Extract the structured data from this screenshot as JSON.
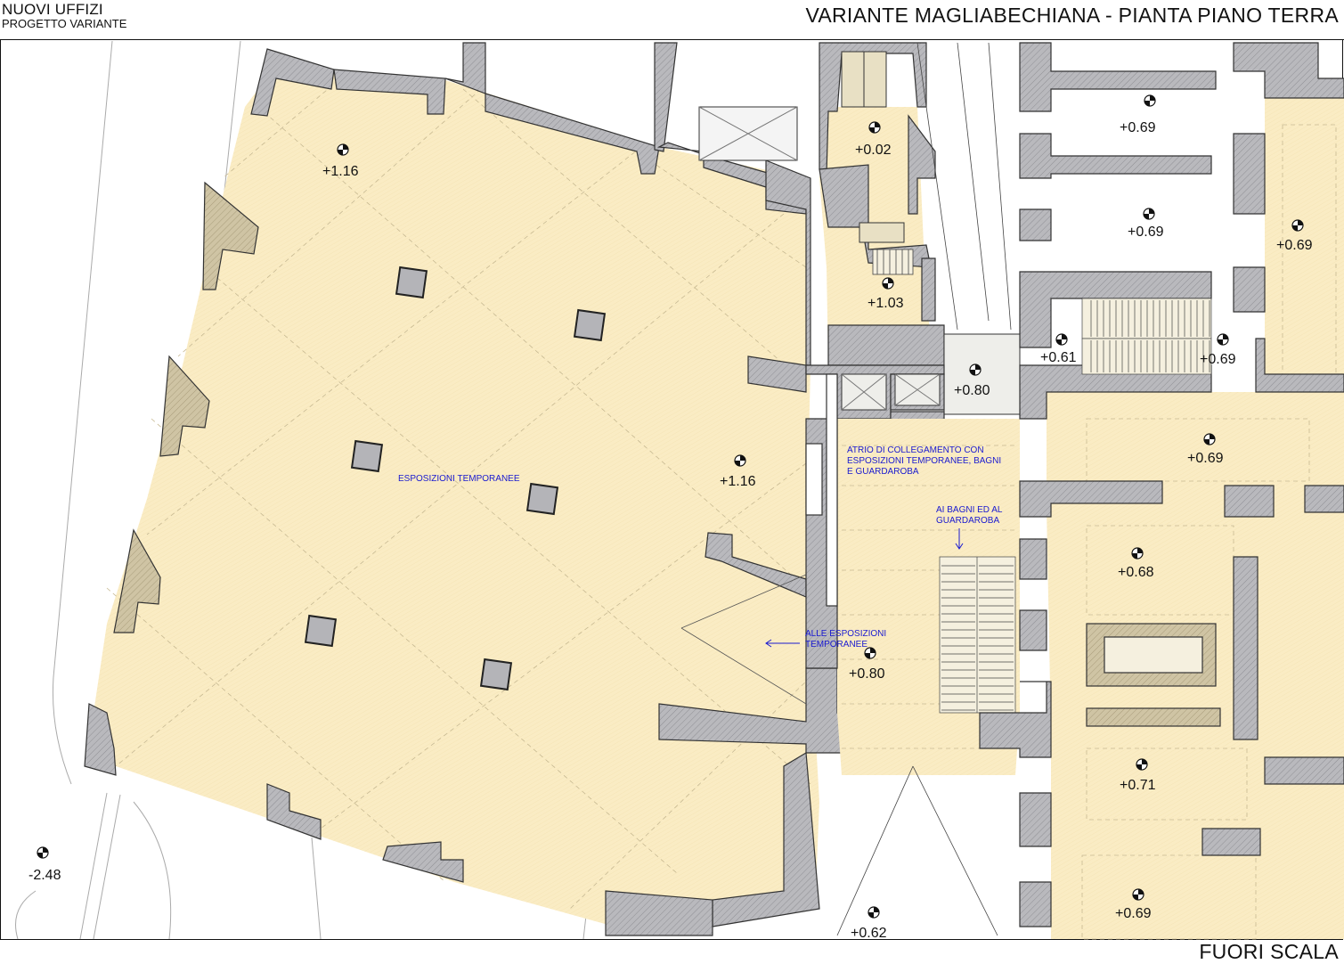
{
  "header": {
    "project_title": "NUOVI UFFIZI",
    "project_subtitle": "PROGETTO VARIANTE",
    "sheet_title": "VARIANTE MAGLIABECHIANA - PIANTA PIANO TERRA"
  },
  "footer": {
    "scale_label": "FUORI SCALA"
  },
  "colors": {
    "floor_fill": "#faecc4",
    "wall_fill": "#b9b9bd",
    "wall_stroke": "#333333",
    "column_fill": "#b4b4b8",
    "hall_fill": "#eeeeea",
    "annotation_blue": "#1a1ad0"
  },
  "elevations": {
    "main_hall_north": "+1.16",
    "main_hall_east": "+1.16",
    "toilets_upper": "+0.02",
    "service_stair": "+1.03",
    "entrance_hall": "+0.80",
    "atrium": "+0.80",
    "room_ne_top": "+0.69",
    "room_ne_mid": "+0.69",
    "room_e_far": "+0.69",
    "stair_left": "+0.61",
    "stair_right": "+0.69",
    "corridor_east": "+0.69",
    "room_e_068": "+0.68",
    "room_e_071": "+0.71",
    "room_e_bottom": "+0.69",
    "courtyard": "+0.62",
    "street": "-2.48"
  },
  "notes": {
    "main_hall_line1": "ESPOSIZIONI TEMPORANEE",
    "atrium_line1": "ATRIO DI COLLEGAMENTO CON",
    "atrium_line2": "ESPOSIZIONI TEMPORANEE, BAGNI",
    "atrium_line3": "E GUARDAROBA",
    "to_toilets_line1": "AI BAGNI ED AL",
    "to_toilets_line2": "GUARDAROBA",
    "to_exhibits_line1": "ALLE ESPOSIZIONI",
    "to_exhibits_line2": "TEMPORANEE"
  }
}
